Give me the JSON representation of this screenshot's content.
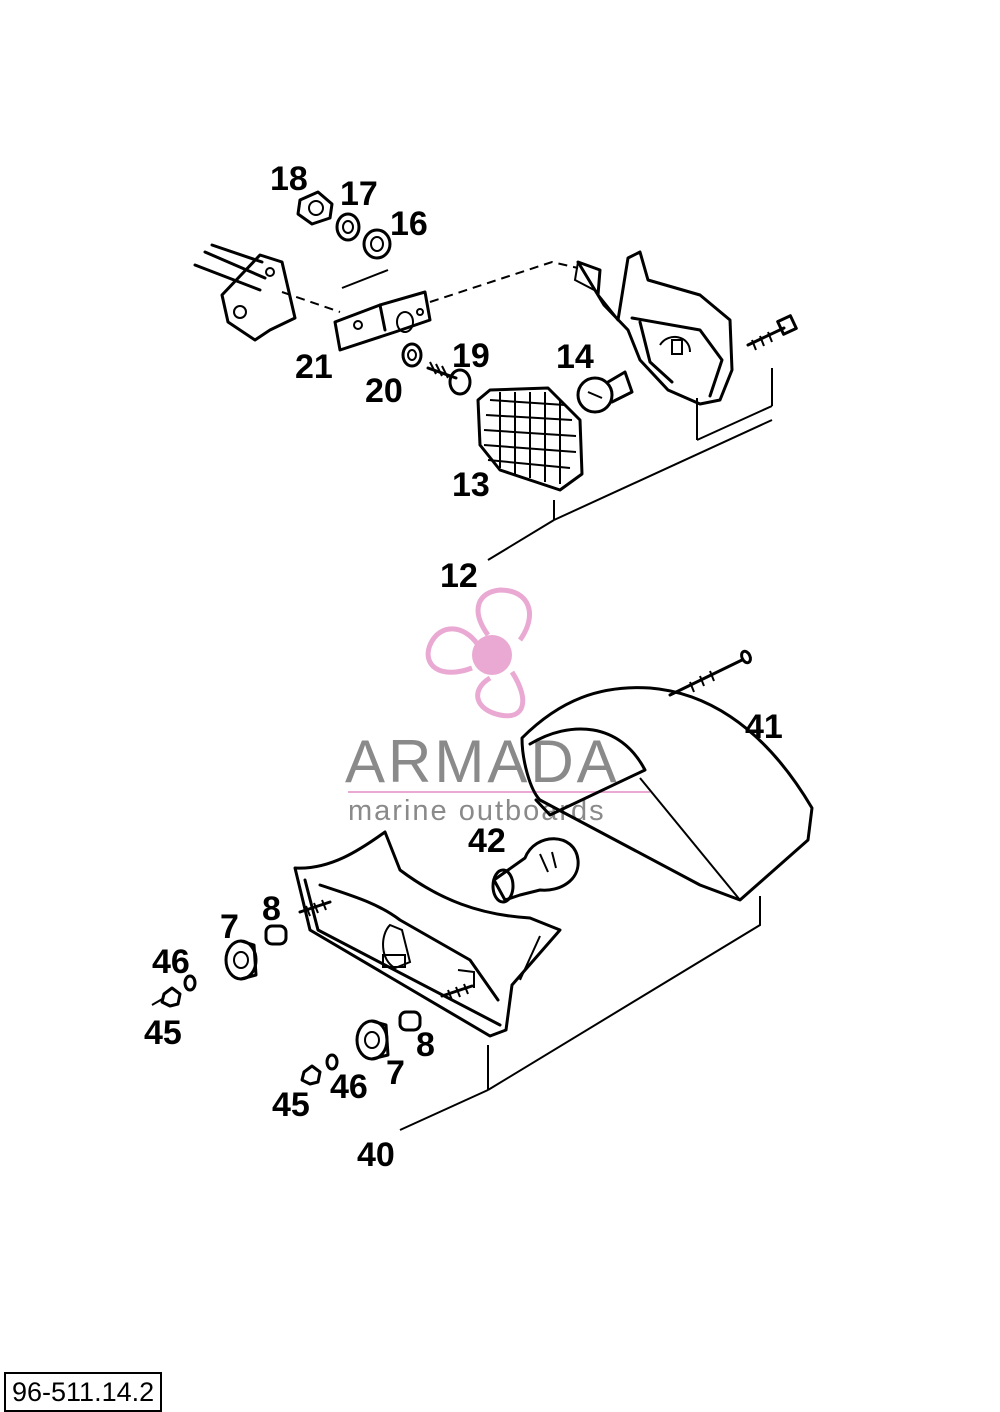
{
  "diagram": {
    "reference_code": "96-511.14.2",
    "watermark": {
      "brand": "ARMADA",
      "tagline": "marine outboards",
      "accent_color": "#e9a9d3"
    },
    "callouts": {
      "c18": "18",
      "c17": "17",
      "c16": "16",
      "c21": "21",
      "c20": "20",
      "c19": "19",
      "c14": "14",
      "c13": "13",
      "c12": "12",
      "c41": "41",
      "c42": "42",
      "c7a": "7",
      "c8a": "8",
      "c46a": "46",
      "c45a": "45",
      "c8b": "8",
      "c7b": "7",
      "c46b": "46",
      "c45b": "45",
      "c40": "40"
    }
  }
}
